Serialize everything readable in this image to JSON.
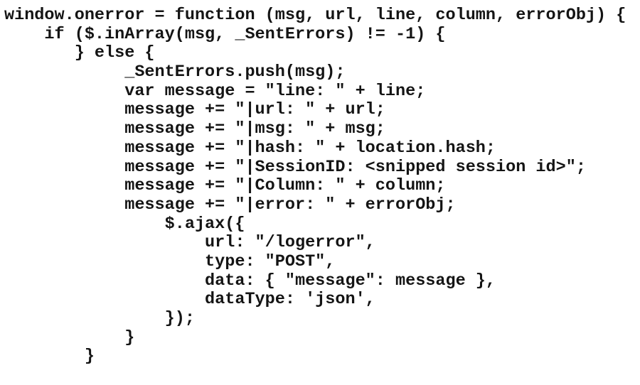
{
  "page": {
    "background_color": "#ffffff",
    "text_color": "#141414",
    "content_kind": "code-snippet",
    "language": "javascript"
  },
  "code": {
    "lines": [
      "window.onerror = function (msg, url, line, column, errorObj) {",
      "    if ($.inArray(msg, _SentErrors) != -1) {",
      "       } else {",
      "            _SentErrors.push(msg);",
      "            var message = \"line: \" + line;",
      "            message += \"|url: \" + url;",
      "            message += \"|msg: \" + msg;",
      "            message += \"|hash: \" + location.hash;",
      "            message += \"|SessionID: <snipped session id>\";",
      "            message += \"|Column: \" + column;",
      "            message += \"|error: \" + errorObj;",
      "                $.ajax({",
      "                    url: \"/logerror\",",
      "                    type: \"POST\",",
      "                    data: { \"message\": message },",
      "                    dataType: 'json',",
      "                });",
      "            }",
      "        }"
    ]
  }
}
